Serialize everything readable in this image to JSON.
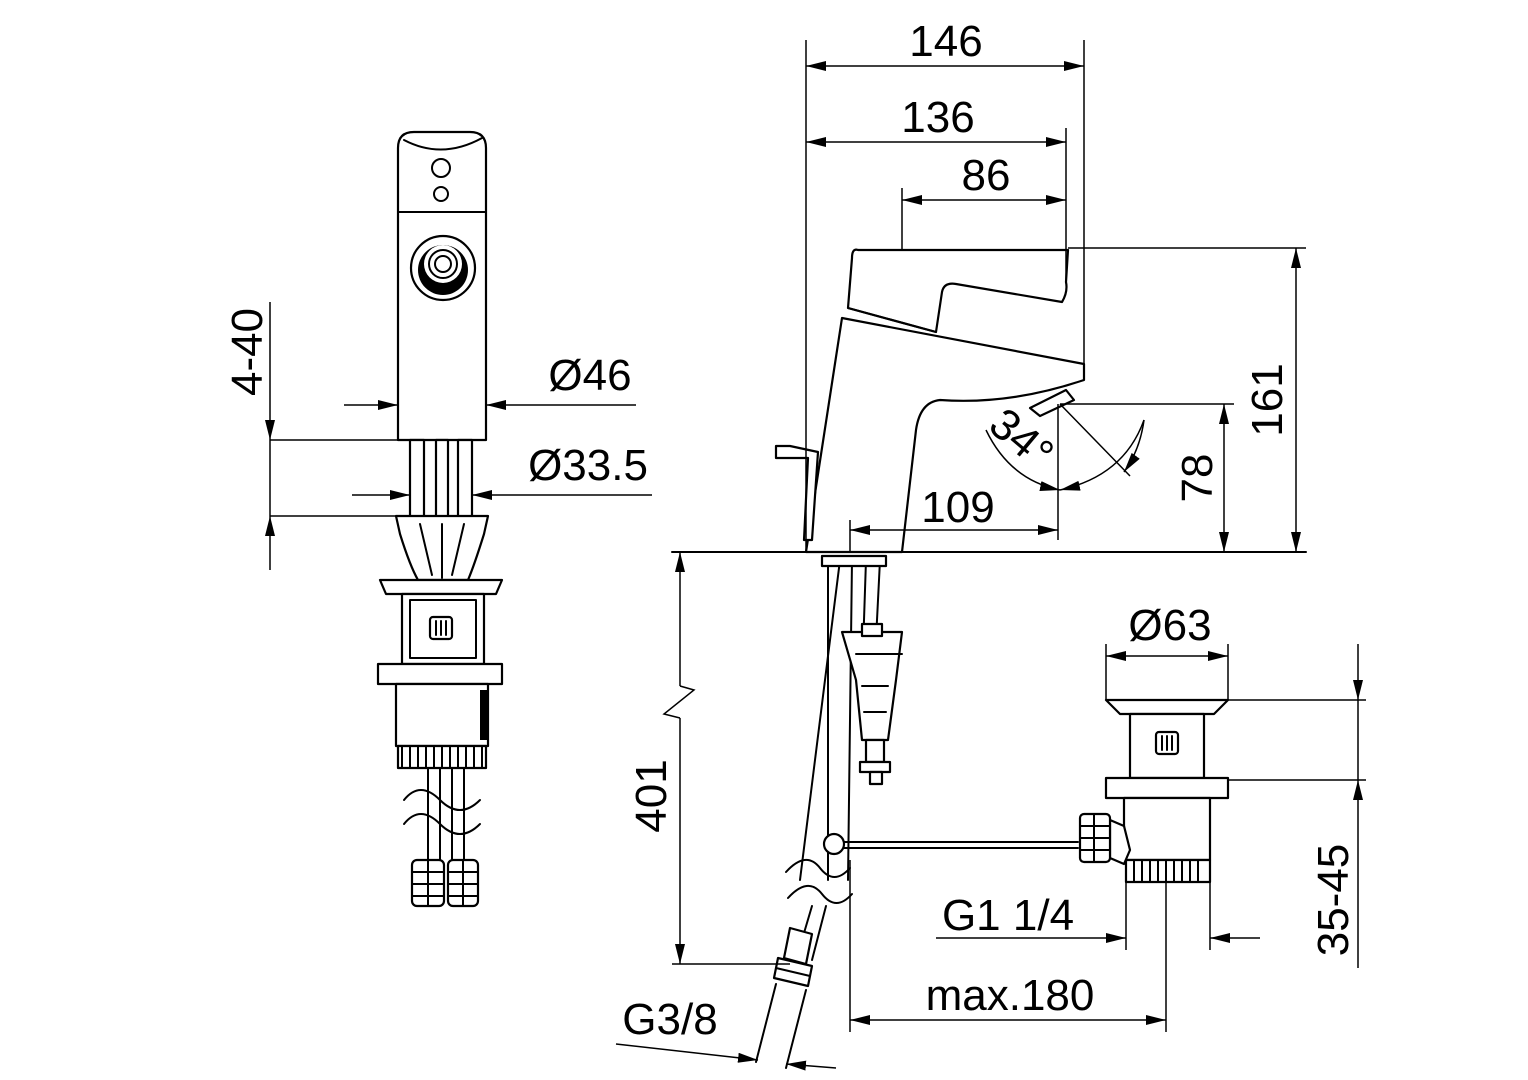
{
  "dimensions": {
    "d146": "146",
    "d136": "136",
    "d86": "86",
    "d161": "161",
    "d78": "78",
    "d109": "109",
    "angle": "34°",
    "dia46": "Ø46",
    "dia33": "Ø33.5",
    "range4_40": "4-40",
    "dia63": "Ø63",
    "d401": "401",
    "g3_8": "G3/8",
    "g1_14": "G1 1/4",
    "max180": "max.180",
    "range35_45": "35-45"
  }
}
